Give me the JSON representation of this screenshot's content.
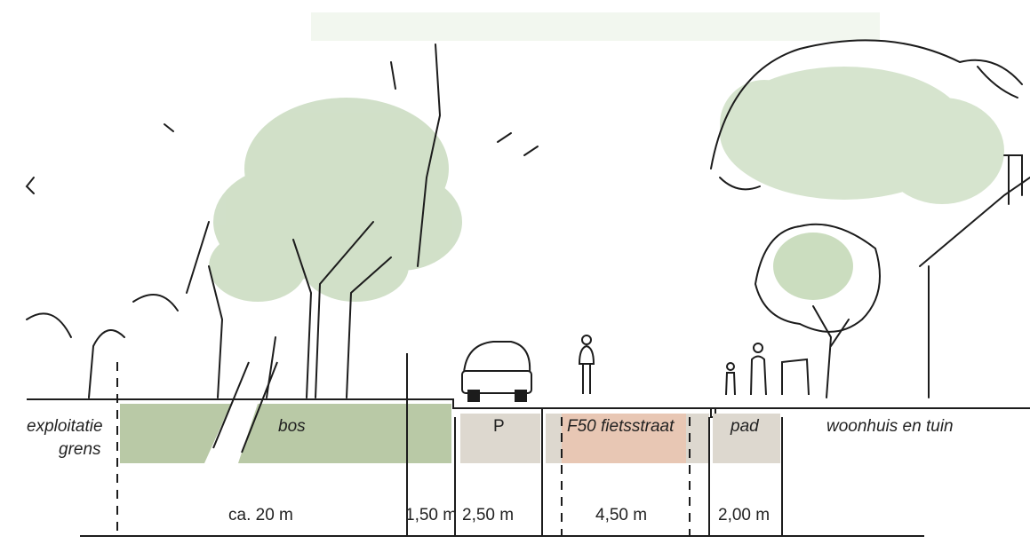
{
  "zones": {
    "exploitatie_line1": "exploitatie",
    "exploitatie_line2": "grens",
    "bos": "bos",
    "parking": "P",
    "fietsstraat": "F50 fietsstraat",
    "pad": "pad",
    "woonhuis": "woonhuis en tuin"
  },
  "dimensions": {
    "bos_width": "ca. 20 m",
    "verge_width": "1,50 m",
    "parking_width": "2,50 m",
    "fietsstraat_width": "4,50 m",
    "pad_width": "2,00 m"
  },
  "colors": {
    "bos_fill": "#b9c9a6",
    "parking_fill": "#ddd8cf",
    "fietsstraat_fill": "#e8c7b4",
    "pad_fill": "#ddd8cf",
    "tree_canopy": "#c9dbbf",
    "ink": "#1c1c1c"
  }
}
